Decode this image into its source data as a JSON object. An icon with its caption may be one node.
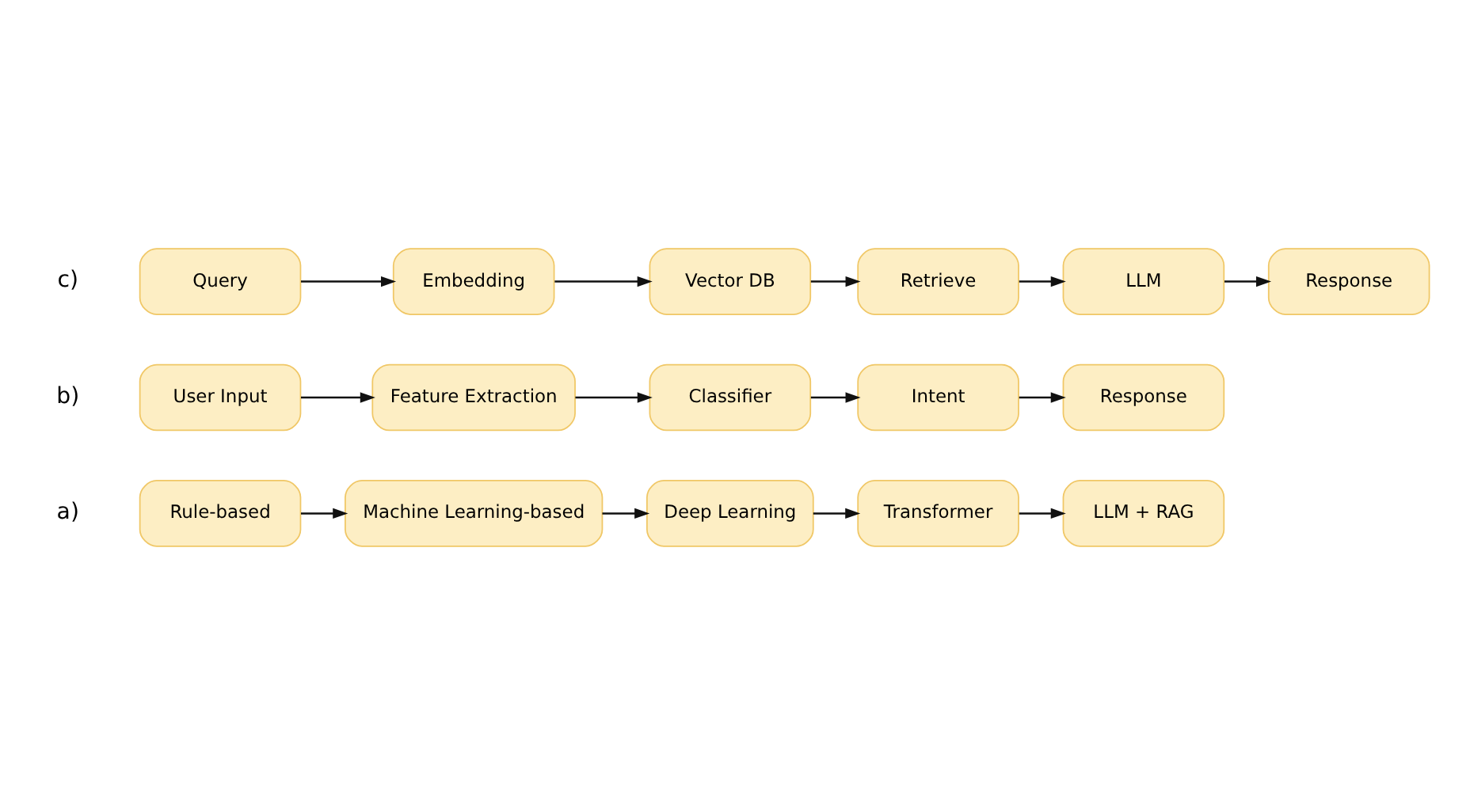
{
  "diagram": {
    "nodes": [
      {
        "text": [
          "Rule-based"
        ]
      },
      {
        "text": [
          "Machine Learning-based"
        ]
      },
      {
        "text": [
          "Deep Learning"
        ]
      },
      {
        "text": [
          "Transformer"
        ]
      },
      {
        "text": [
          "LLM + RAG"
        ]
      },
      {
        "text": [
          "User Input"
        ]
      },
      {
        "text": [
          "Feature Extraction"
        ]
      },
      {
        "text": [
          "Classifier"
        ]
      },
      {
        "text": [
          "Intent"
        ]
      },
      {
        "text": [
          "Response"
        ]
      },
      {
        "text": [
          "Query"
        ]
      },
      {
        "text": [
          "Embedding"
        ]
      },
      {
        "text": [
          "Vector DB"
        ]
      },
      {
        "text": [
          "Retrieve"
        ]
      },
      {
        "text": [
          "LLM"
        ]
      },
      {
        "text": [
          "Response"
        ]
      }
    ],
    "edges": [
      {
        "from": 0,
        "to": 1,
        "arrow": "to"
      },
      {
        "from": 1,
        "to": 2,
        "arrow": "to"
      },
      {
        "from": 2,
        "to": 3,
        "arrow": "to"
      },
      {
        "from": 3,
        "to": 4,
        "arrow": "to"
      },
      {
        "from": 5,
        "to": 6,
        "arrow": "to"
      },
      {
        "from": 6,
        "to": 7,
        "arrow": "to"
      },
      {
        "from": 7,
        "to": 8,
        "arrow": "to"
      },
      {
        "from": 8,
        "to": 9,
        "arrow": "to"
      },
      {
        "from": 10,
        "to": 11,
        "arrow": "to"
      },
      {
        "from": 11,
        "to": 12,
        "arrow": "to"
      },
      {
        "from": 12,
        "to": 13,
        "arrow": "to"
      },
      {
        "from": 13,
        "to": 14,
        "arrow": "to"
      },
      {
        "from": 14,
        "to": 15,
        "arrow": "to"
      }
    ],
    "labels": [
      "a)",
      "b)",
      "c)"
    ]
  }
}
